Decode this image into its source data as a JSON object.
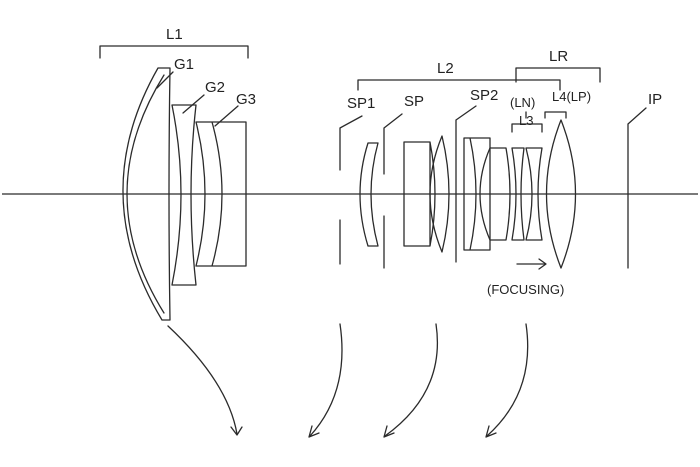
{
  "labels": {
    "l1": "L1",
    "g1": "G1",
    "g2": "G2",
    "g3": "G3",
    "l2": "L2",
    "lr": "LR",
    "sp1": "SP1",
    "sp": "SP",
    "sp2": "SP2",
    "ln": "(LN)",
    "l4": "L4(LP)",
    "l3": "L3",
    "ip": "IP",
    "focusing": "(FOCUSING)"
  },
  "colors": {
    "ink": "#2b2b2b",
    "background": "#ffffff"
  }
}
